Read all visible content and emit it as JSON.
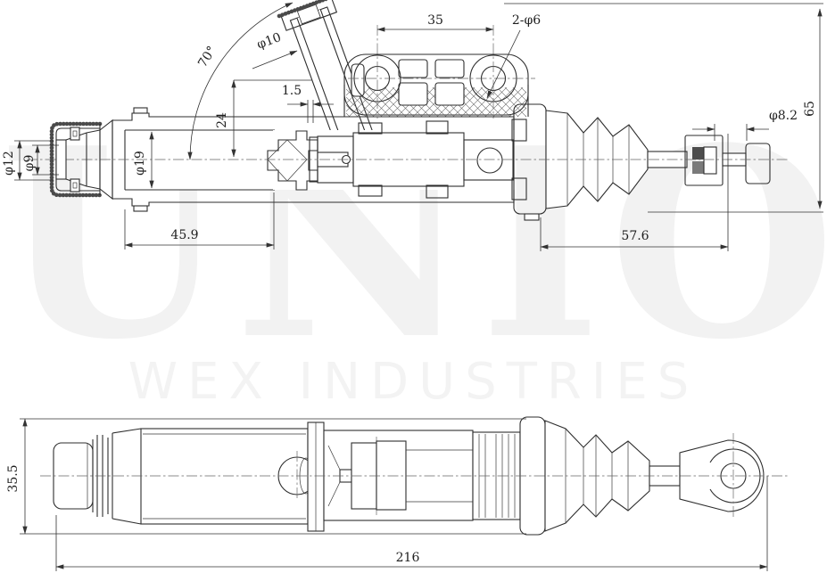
{
  "watermark": {
    "brand": "UNIO",
    "subtitle": "WEX INDUSTRIES"
  },
  "colors": {
    "background": "#ffffff",
    "line": "#2e2e2e",
    "watermark": "#f2f2f2",
    "seal_dark": "#4d4d4d"
  },
  "section_view": {
    "dims": {
      "port_angle": "70°",
      "port_diameter": "φ10",
      "mount_hole_spacing": "35",
      "mount_holes": "2-φ6",
      "port_wall_offset": "1.5",
      "port_height": "24",
      "cap_diameter": "φ12",
      "inlet_diameter": "φ9",
      "bore_diameter": "φ19",
      "body_length": "45.9",
      "rod_length": "57.6",
      "rod_end_diameter": "φ8.2",
      "overall_height": "65"
    }
  },
  "profile_view": {
    "dims": {
      "outer_height": "35.5",
      "overall_length": "216"
    }
  }
}
